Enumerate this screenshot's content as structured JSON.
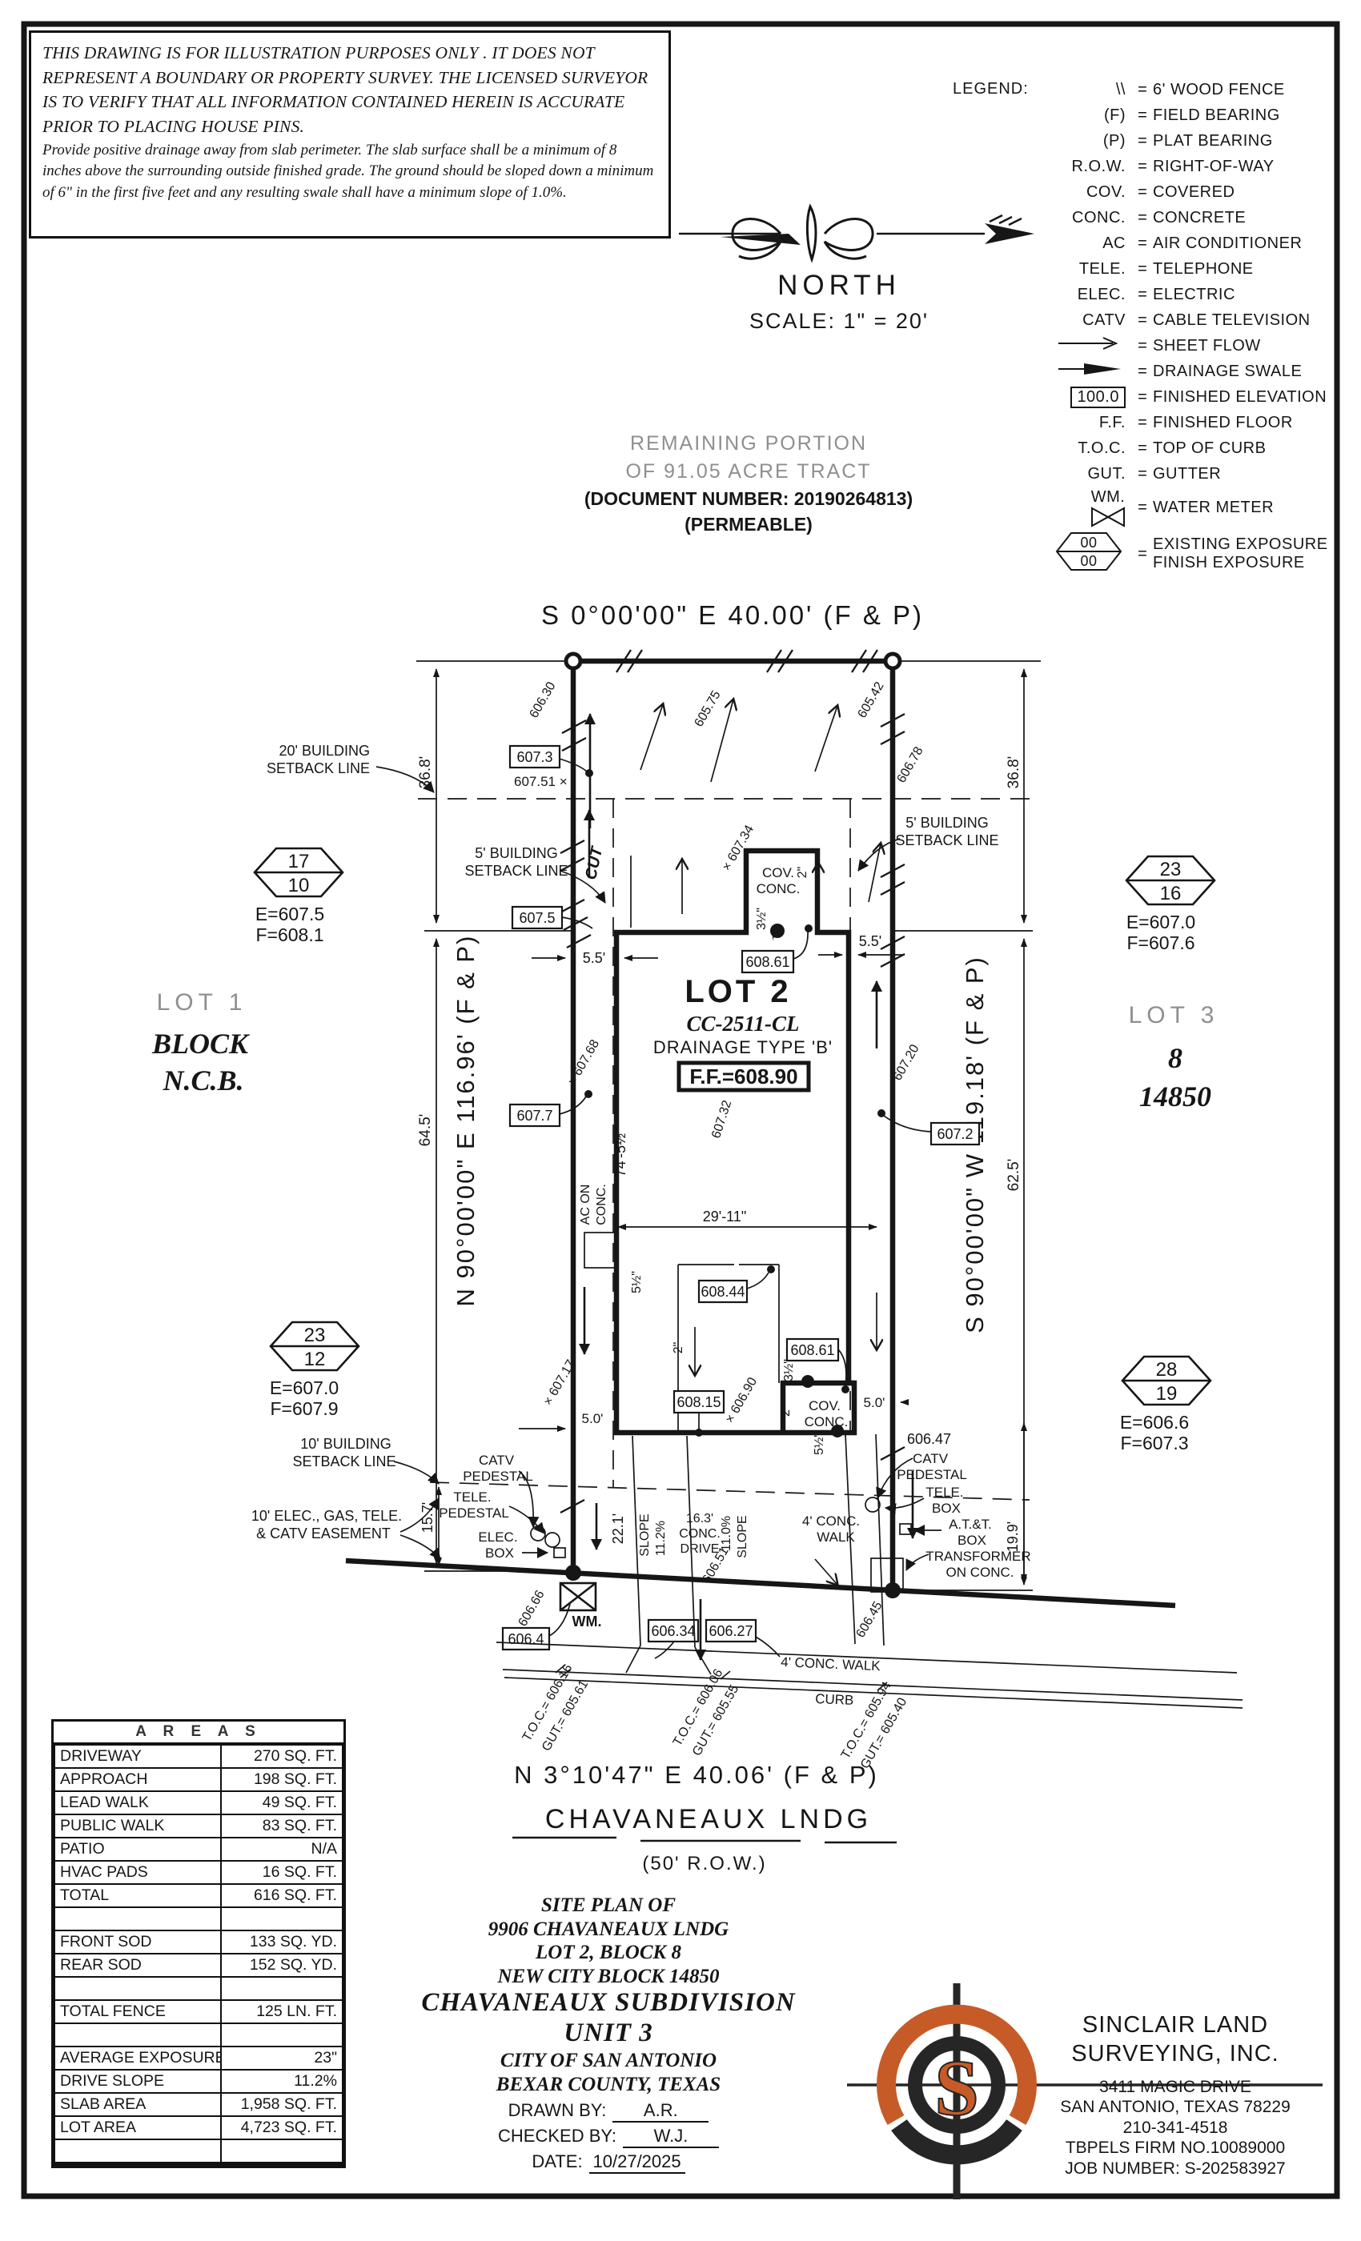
{
  "disclaimer": {
    "p1": "THIS DRAWING IS FOR ILLUSTRATION PURPOSES ONLY . IT DOES NOT REPRESENT A BOUNDARY OR PROPERTY SURVEY. THE LICENSED SURVEYOR IS TO VERIFY THAT ALL INFORMATION CONTAINED HEREIN IS ACCURATE PRIOR TO PLACING HOUSE PINS.",
    "p2": "Provide positive drainage away from slab perimeter. The slab surface shall be a minimum of 8 inches above the surrounding outside finished grade. The ground should be sloped down a minimum of 6\" in the first five feet and any resulting swale shall have a minimum slope of 1.0%."
  },
  "legend": {
    "title": "LEGEND:",
    "eq": "=",
    "items": [
      {
        "sym": "\\\\",
        "label": "6' WOOD FENCE"
      },
      {
        "sym": "(F)",
        "label": "FIELD BEARING"
      },
      {
        "sym": "(P)",
        "label": "PLAT BEARING"
      },
      {
        "sym": "R.O.W.",
        "label": "RIGHT-OF-WAY"
      },
      {
        "sym": "COV.",
        "label": "COVERED"
      },
      {
        "sym": "CONC.",
        "label": "CONCRETE"
      },
      {
        "sym": "AC",
        "label": "AIR CONDITIONER"
      },
      {
        "sym": "TELE.",
        "label": "TELEPHONE"
      },
      {
        "sym": "ELEC.",
        "label": "ELECTRIC"
      },
      {
        "sym": "CATV",
        "label": "CABLE TELEVISION"
      },
      {
        "sym": "",
        "label": "SHEET FLOW"
      },
      {
        "sym": "",
        "label": "DRAINAGE SWALE"
      },
      {
        "sym": "100.0",
        "label": "FINISHED ELEVATION"
      },
      {
        "sym": "F.F.",
        "label": "FINISHED FLOOR"
      },
      {
        "sym": "T.O.C.",
        "label": "TOP OF CURB"
      },
      {
        "sym": "GUT.",
        "label": "GUTTER"
      },
      {
        "sym": "WM.",
        "label": "WATER METER"
      },
      {
        "sym": "00",
        "sym2": "00",
        "label": "EXISTING EXPOSURE",
        "label2": "FINISH EXPOSURE"
      }
    ]
  },
  "north": {
    "label": "NORTH",
    "scale": "SCALE:  1\" = 20'"
  },
  "tract": {
    "l1": "REMAINING PORTION",
    "l2": "OF 91.05 ACRE TRACT",
    "l3": "(DOCUMENT NUMBER: 20190264813)",
    "l4": "(PERMEABLE)"
  },
  "plan": {
    "bearing_top": "S 0°00'00\" E 40.00' (F & P)",
    "bearing_left": "N 90°00'00\" E 116.96' (F & P)",
    "bearing_right": "S 90°00'00\" W 119.18' (F & P)",
    "bearing_bottom": "N 3°10'47\" E 40.06' (F & P)",
    "street": "CHAVANEAUX LNDG",
    "rowlabel": "(50' R.O.W.)",
    "lot1": "LOT 1",
    "block": "BLOCK",
    "ncb": "N.C.B.",
    "lot3": "LOT 3",
    "blk": "8",
    "nbk": "14850",
    "lot2": "LOT 2",
    "cc": "CC-2511-CL",
    "drain": "DRAINAGE TYPE 'B'",
    "ff": "F.F.=608.90",
    "hex": [
      {
        "a": "17",
        "b": "10",
        "e": "E=607.5",
        "f": "F=608.1"
      },
      {
        "a": "23",
        "b": "16",
        "e": "E=607.0",
        "f": "F=607.6"
      },
      {
        "a": "23",
        "b": "12",
        "e": "E=607.0",
        "f": "F=607.9"
      },
      {
        "a": "28",
        "b": "19",
        "e": "E=606.6",
        "f": "F=607.3"
      }
    ],
    "sb20a": "20' BUILDING",
    "sb20b": "SETBACK LINE",
    "sb5a": "5' BUILDING",
    "sb5b": "SETBACK LINE",
    "sb10a": "10' BUILDING",
    "sb10b": "SETBACK LINE",
    "esm1": "10' ELEC., GAS, TELE.",
    "esm2": "& CATV EASEMENT",
    "cut": "CUT",
    "cov": "COV.",
    "conc": "CONC.",
    "acon": "AC ON",
    "acon2": "CONC.",
    "wm": "WM.",
    "curb": "CURB",
    "walk": "4' CONC. WALK",
    "walk2a": "4' CONC.",
    "walk2b": "WALK",
    "drv1": "16.3'",
    "drv2": "CONC.",
    "drv3": "DRIVE",
    "slp1a": "SLOPE",
    "slp1b": "11.2%",
    "slp2a": "11.0%",
    "slp2b": "SLOPE",
    "catv": "CATV",
    "ped": "PEDESTAL",
    "tele": "TELE.",
    "boxw": "BOX",
    "elec": "ELEC.",
    "att": "A.T.&T.",
    "xfmr": "TRANSFORMER",
    "xfmr2": "ON CONC.",
    "b6073": "607.3",
    "b6075": "607.5",
    "b6077": "607.7",
    "b6072": "607.2",
    "b60861": "608.61",
    "b60844": "608.44",
    "b60815": "608.15",
    "b6064": "606.4",
    "b60634": "606.34",
    "b60627": "606.27",
    "s60630": "606.30",
    "s60575": "605.75",
    "s60542": "605.42",
    "s60751": "607.51 ×",
    "s60734": "× 607.34",
    "s60678": "606.78",
    "s60768": "× 607.68",
    "s60720": "607.20",
    "s60732": "607.32",
    "s60690": "× 606.90",
    "s60717": "× 607.17",
    "s60647": "606.47",
    "s60666": "606.66",
    "s60645": "606.45",
    "s60651": "606.51",
    "toc1": "T.O.C.= 606.16",
    "gut1": "GUT.= 605.61",
    "toc2": "T.O.C.= 606.06",
    "gut2": "GUT.= 605.55",
    "toc3": "T.O.C.= 605.94",
    "gut3": "GUT.= 605.40",
    "d368": "36.8'",
    "d645": "64.5'",
    "d625": "62.5'",
    "d55": "5.5'",
    "d50": "5.0'",
    "d74": "74'-5½\"",
    "d2911": "29'-11\"",
    "d157": "15.7'",
    "d199": "19.9'",
    "d221": "22.1'",
    "d2i": "2\"",
    "d2f": "2'",
    "d3h": "3½\"",
    "d5h": "5½\""
  },
  "areas": {
    "title": "A R E A S",
    "rows": [
      {
        "label": "DRIVEWAY",
        "value": "270 SQ. FT."
      },
      {
        "label": "APPROACH",
        "value": "198 SQ. FT."
      },
      {
        "label": "LEAD WALK",
        "value": "49 SQ. FT."
      },
      {
        "label": "PUBLIC WALK",
        "value": "83 SQ. FT."
      },
      {
        "label": "PATIO",
        "value": "N/A"
      },
      {
        "label": "HVAC PADS",
        "value": "16 SQ. FT."
      },
      {
        "label": "TOTAL",
        "value": "616 SQ. FT."
      },
      {
        "label": "",
        "value": ""
      },
      {
        "label": "FRONT SOD",
        "value": "133 SQ. YD."
      },
      {
        "label": "REAR SOD",
        "value": "152 SQ. YD."
      },
      {
        "label": "",
        "value": ""
      },
      {
        "label": "TOTAL FENCE",
        "value": "125 LN. FT."
      },
      {
        "label": "",
        "value": ""
      },
      {
        "label": "AVERAGE EXPOSURE",
        "value": "23\""
      },
      {
        "label": "DRIVE SLOPE",
        "value": "11.2%"
      },
      {
        "label": "SLAB AREA",
        "value": "1,958 SQ. FT."
      },
      {
        "label": "LOT AREA",
        "value": "4,723 SQ. FT."
      },
      {
        "label": "",
        "value": ""
      }
    ]
  },
  "titleblock": {
    "l1": "SITE PLAN OF",
    "l2": "9906 CHAVANEAUX LNDG",
    "l3": "LOT 2, BLOCK 8",
    "l4": "NEW CITY BLOCK 14850",
    "l5": "CHAVANEAUX SUBDIVISION",
    "l6": "UNIT 3",
    "l7": "CITY OF SAN ANTONIO",
    "l8": "BEXAR COUNTY, TEXAS",
    "drawn_label": "DRAWN BY:",
    "drawn": "A.R.",
    "checked_label": "CHECKED BY:",
    "checked": "W.J.",
    "date_label": "DATE:",
    "date": "10/27/2025"
  },
  "company": {
    "name1": "SINCLAIR LAND",
    "name2": "SURVEYING, INC.",
    "addr1": "3411 MAGIC DRIVE",
    "addr2": "SAN ANTONIO, TEXAS 78229",
    "phone": "210-341-4518",
    "firm": "TBPELS FIRM NO.10089000",
    "job": "JOB NUMBER: S-202583927",
    "logo_letter": "S"
  },
  "colors": {
    "accent": "#C75B28",
    "ink": "#161616"
  }
}
